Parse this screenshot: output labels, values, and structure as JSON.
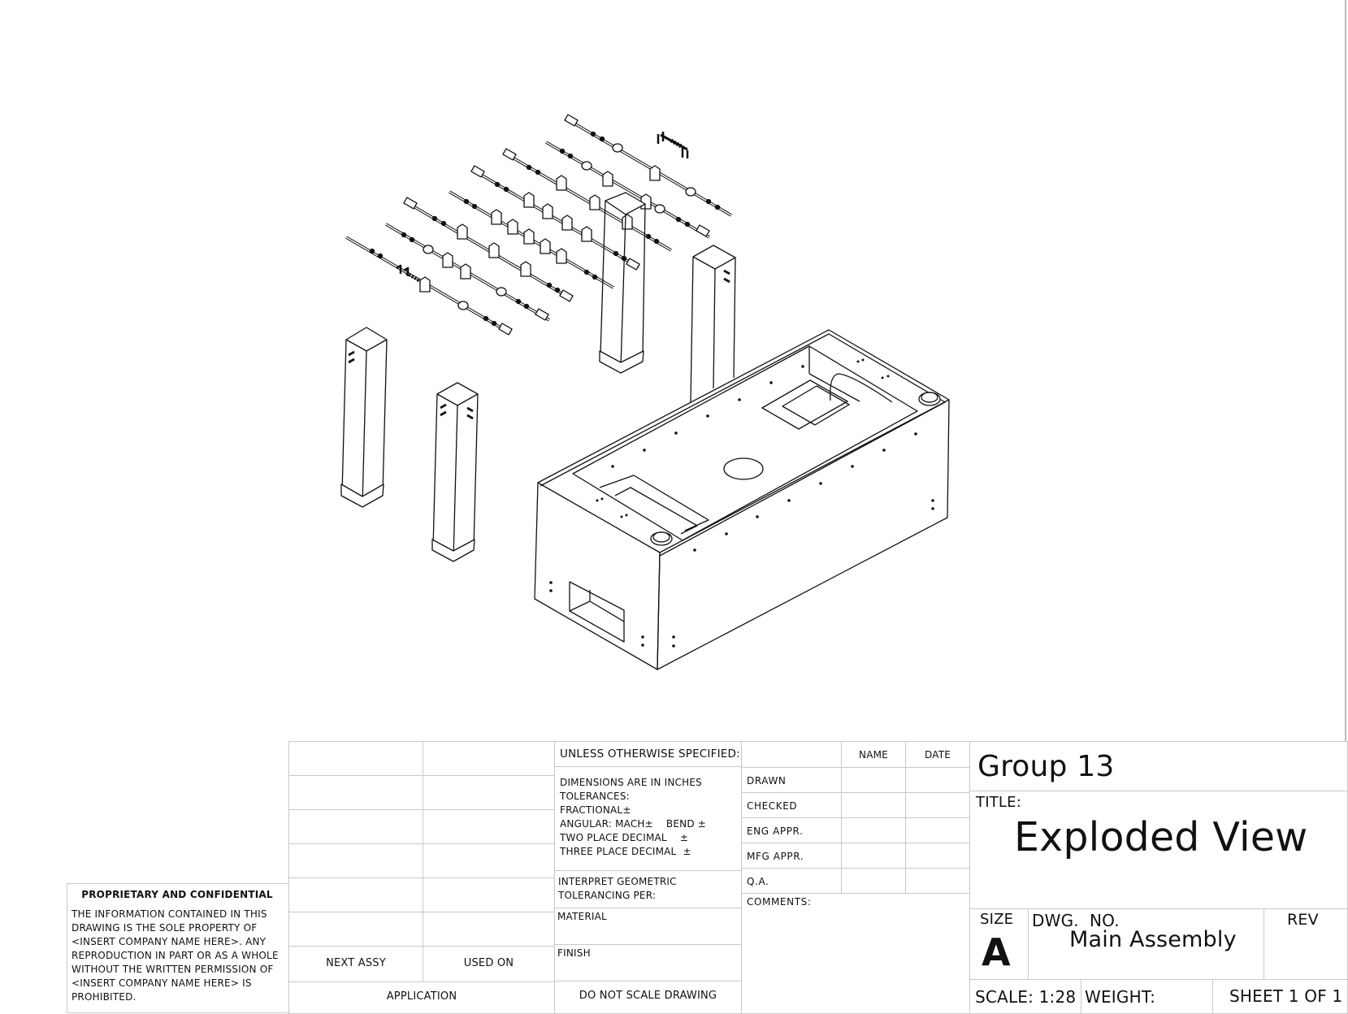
{
  "drawing": {
    "view": "isometric exploded assembly",
    "parts": [
      "foosball-rods x8",
      "spring-rod-assembly",
      "leg-posts x4",
      "table-cabinet"
    ]
  },
  "proprietary": {
    "heading": "PROPRIETARY AND CONFIDENTIAL",
    "lines": [
      "THE INFORMATION CONTAINED IN THIS",
      "DRAWING IS THE SOLE PROPERTY OF",
      "<INSERT COMPANY NAME HERE>.  ANY",
      "REPRODUCTION IN PART OR AS A WHOLE",
      "WITHOUT THE WRITTEN PERMISSION OF",
      "<INSERT COMPANY NAME HERE> IS",
      "PROHIBITED."
    ]
  },
  "application_table": {
    "next_assy": "NEXT ASSY",
    "used_on": "USED ON",
    "application": "APPLICATION"
  },
  "tolerances": {
    "header": "UNLESS OTHERWISE SPECIFIED:",
    "lines": [
      "DIMENSIONS ARE IN INCHES",
      "TOLERANCES:",
      "FRACTIONAL±",
      "ANGULAR: MACH±    BEND ±",
      "TWO PLACE DECIMAL    ±",
      "THREE PLACE DECIMAL  ±"
    ],
    "interpret_1": "INTERPRET GEOMETRIC",
    "interpret_2": "TOLERANCING PER:",
    "material": "MATERIAL",
    "finish": "FINISH",
    "do_not_scale": "DO NOT SCALE DRAWING"
  },
  "signatures": {
    "col_name": "NAME",
    "col_date": "DATE",
    "rows": [
      "DRAWN",
      "CHECKED",
      "ENG APPR.",
      "MFG APPR.",
      "Q.A."
    ],
    "comments": "COMMENTS:"
  },
  "title_block": {
    "company": "Group 13",
    "title_label": "TITLE:",
    "title": "Exploded View",
    "size_label": "SIZE",
    "size": "A",
    "dwg_no_label": "DWG.  NO.",
    "dwg_no": "Main Assembly",
    "rev_label": "REV",
    "scale": "SCALE: 1:28",
    "weight": "WEIGHT:",
    "sheet": "SHEET 1 OF 1"
  }
}
